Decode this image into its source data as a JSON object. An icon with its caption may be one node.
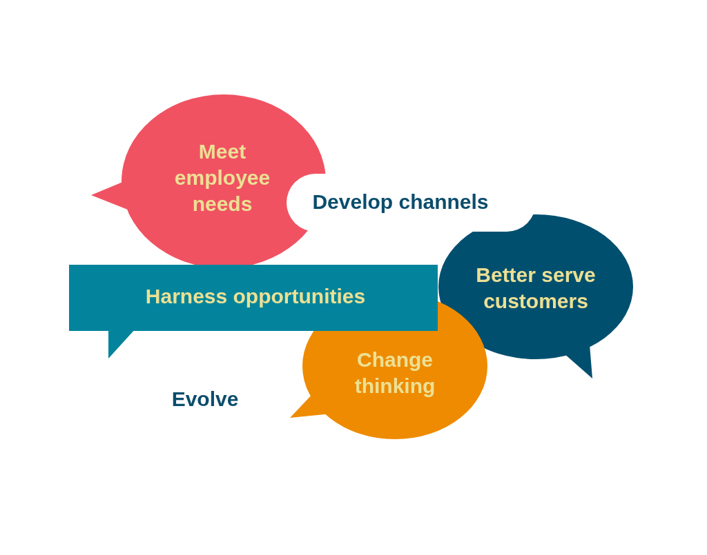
{
  "diagram": {
    "nodes": [
      {
        "text": [
          "Meet employee needs"
        ]
      },
      {
        "text": [
          "Develop channels"
        ]
      },
      {
        "text": [
          "Better serve customers"
        ]
      },
      {
        "text": [
          "Harness opportunities"
        ]
      },
      {
        "text": [
          "Change thinking"
        ]
      }
    ],
    "labels": [
      "Evolve"
    ]
  }
}
